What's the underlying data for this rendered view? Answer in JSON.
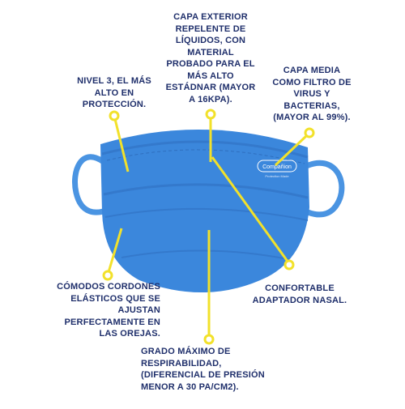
{
  "diagram": {
    "mask": {
      "brand": "Compañion",
      "brand_tagline": "Protection Made",
      "colors": {
        "body": "#3b87dc",
        "pleat": "#3479cc",
        "strap": "#4a94e2",
        "callout": "#f2e12a",
        "text": "#1f2f6b"
      }
    },
    "callouts": [
      {
        "id": "outer-layer",
        "text": "CAPA EXTERIOR\nREPELENTE DE\nLÍQUIDOS, CON\nMATERIAL\nPROBADO PARA EL\nMÁS ALTO\nESTÁDNAR (MAYOR\nA 16KPA)."
      },
      {
        "id": "level-3",
        "text": "NIVEL 3, EL MÁS\nALTO EN\nPROTECCIÓN."
      },
      {
        "id": "middle-layer",
        "text": "CAPA MEDIA\nCOMO FILTRO DE\nVIRUS Y\nBACTERIAS,\n(MAYOR AL 99%)."
      },
      {
        "id": "ear-loops",
        "text": "CÓMODOS CORDONES\nELÁSTICOS QUE SE\nAJUSTAN\nPERFECTAMENTE EN\nLAS OREJAS."
      },
      {
        "id": "nose-adapter",
        "text": "CONFORTABLE\nADAPTADOR NASAL."
      },
      {
        "id": "breathability",
        "text": "GRADO MÁXIMO DE\nRESPIRABILIDAD,\n(DIFERENCIAL DE PRESIÓN\nMENOR A 30  PA/CM2)."
      }
    ]
  }
}
